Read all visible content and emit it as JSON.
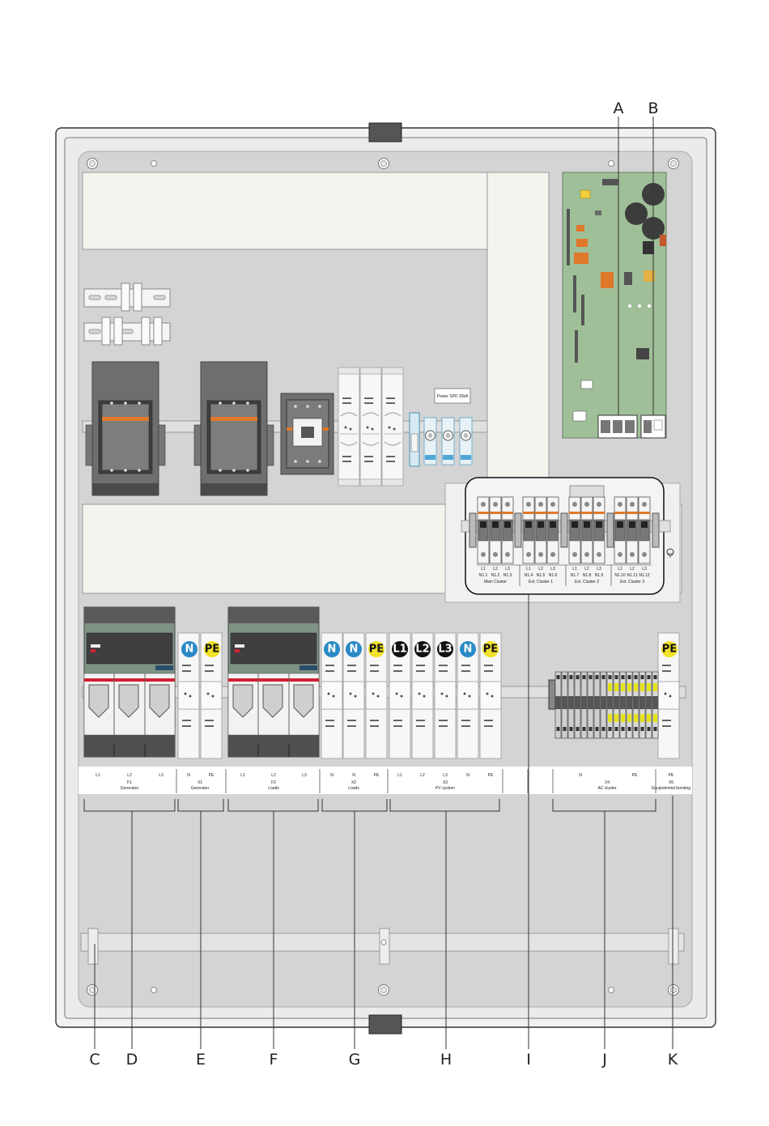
{
  "callouts": {
    "A": "A",
    "B": "B",
    "C": "C",
    "D": "D",
    "E": "E",
    "F": "F",
    "G": "G",
    "H": "H",
    "I": "I",
    "J": "J",
    "K": "K"
  },
  "terminal_badges": {
    "n": "N",
    "pe": "PE",
    "l1": "L1",
    "l2": "L2",
    "l3": "L3"
  },
  "strip_labels": {
    "f1_l1": "L1",
    "f1_l2": "L2",
    "f1_l3": "L3",
    "f1_name": "F1",
    "f1_sub": "Generator",
    "x1_n": "N",
    "x1_pe": "PE",
    "x1_name": "X1",
    "x1_sub": "Generator",
    "f2_l1": "L1",
    "f2_l2": "L2",
    "f2_l3": "L3",
    "f2_name": "F2",
    "f2_sub": "Loads",
    "x2_n1": "N",
    "x2_n2": "N",
    "x2_pe": "PE",
    "x2_name": "X2",
    "x2_sub": "Loads",
    "x3_l1": "L1",
    "x3_l2": "L2",
    "x3_l3": "L3",
    "x3_n": "N",
    "x3_pe": "PE",
    "x3_name": "X3",
    "x3_sub": "PV system",
    "x4_n": "N",
    "x4_pe": "PE",
    "x4_name": "X4",
    "x4_sub": "AC cluster",
    "x5_pe": "PE",
    "x5_name": "X5",
    "x5_sub": "Equipotential bonding"
  },
  "mcb_labels": {
    "g1": [
      "L1",
      "L2",
      "L3"
    ],
    "g1_sub": [
      "N1.1",
      "N1.2",
      "N1.3"
    ],
    "g1_name": "Main Cluster",
    "g2": [
      "L1",
      "L2",
      "L3"
    ],
    "g2_sub": [
      "N1.4",
      "N1.5",
      "N1.6"
    ],
    "g2_name": "Ext. Cluster 1",
    "g3": [
      "L1",
      "L2",
      "L3"
    ],
    "g3_sub": [
      "N1.7",
      "N1.8",
      "N1.9"
    ],
    "g3_name": "Ext. Cluster 2",
    "g4": [
      "L1",
      "L2",
      "L3"
    ],
    "g4_sub": [
      "N1.10",
      "N1.11",
      "N1.12"
    ],
    "g4_name": "Ext. Cluster 3"
  },
  "nameplate": "Power SPD 20kA",
  "colors": {
    "enclosure": "#ececec",
    "panel": "#d4d4d4",
    "duct": "#f4f4ef",
    "device": "#6e6e6e",
    "device_dark": "#4f4f4f",
    "breaker_green": "#7f9284",
    "accent_orange": "#e0782b",
    "accent_red": "#d02030",
    "pcb_green": "#9fbf98",
    "badge_blue": "#2a8ac7",
    "badge_yellow": "#f1e12a",
    "badge_black": "#111111"
  }
}
